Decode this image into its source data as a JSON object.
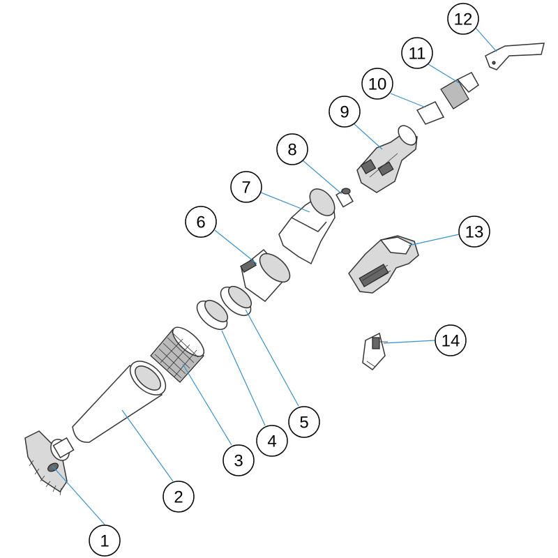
{
  "colors": {
    "leader": "#3a8fc8",
    "outline": "#333333",
    "shade": "#d9d9d9"
  },
  "callouts": [
    {
      "label": "1"
    },
    {
      "label": "2"
    },
    {
      "label": "3"
    },
    {
      "label": "4"
    },
    {
      "label": "5"
    },
    {
      "label": "6"
    },
    {
      "label": "7"
    },
    {
      "label": "8"
    },
    {
      "label": "9"
    },
    {
      "label": "10"
    },
    {
      "label": "11"
    },
    {
      "label": "12"
    },
    {
      "label": "13"
    },
    {
      "label": "14"
    }
  ]
}
